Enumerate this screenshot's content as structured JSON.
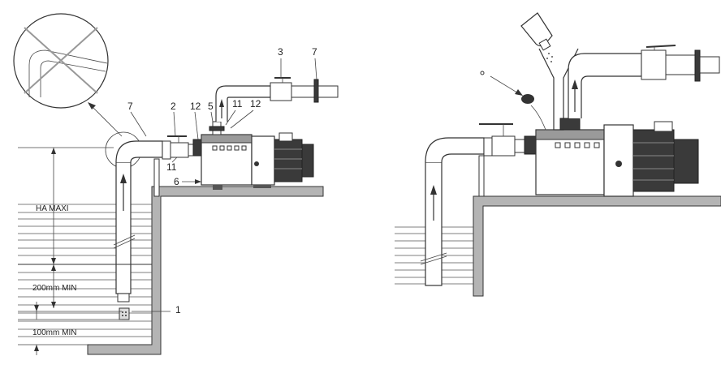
{
  "figure": {
    "left": {
      "callouts": [
        "7",
        "2",
        "12",
        "5",
        "11",
        "12",
        "3",
        "7",
        "11",
        "6",
        "1"
      ],
      "levels": {
        "ha_maxi": "HA MAXI",
        "min_200": "200mm MIN",
        "min_100": "100mm MIN"
      },
      "icons": [
        "prohibited-pipe-icon"
      ]
    },
    "right": {
      "callouts": [],
      "icons": [
        "priming-pour-icon",
        "filler-plug-icon"
      ]
    }
  }
}
